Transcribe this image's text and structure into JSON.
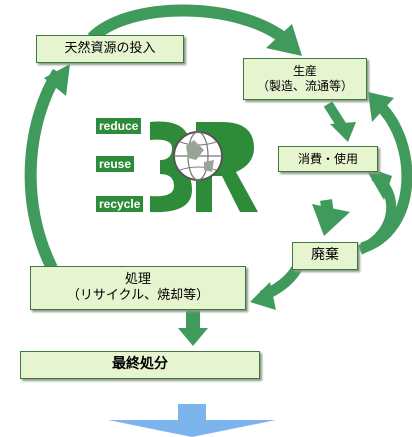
{
  "nodes": {
    "natural_resources": "天然資源の投入",
    "production_title": "生産",
    "production_detail": "（製造、流通等）",
    "consumption": "消費・使用",
    "disposal": "廃棄",
    "treatment_title": "処理",
    "treatment_detail": "（リサイクル、焼却等）",
    "final_disposal": "最終処分"
  },
  "logo": {
    "words": [
      "reduce",
      "reuse",
      "recycle"
    ],
    "mark": "3R"
  },
  "colors": {
    "arrow": "#3f9a5c",
    "box_fill": "#e6f4cf",
    "box_border": "#3b7a3b",
    "logo_green": "#2e8b3a",
    "down_arrow": "#7eb4ee"
  }
}
